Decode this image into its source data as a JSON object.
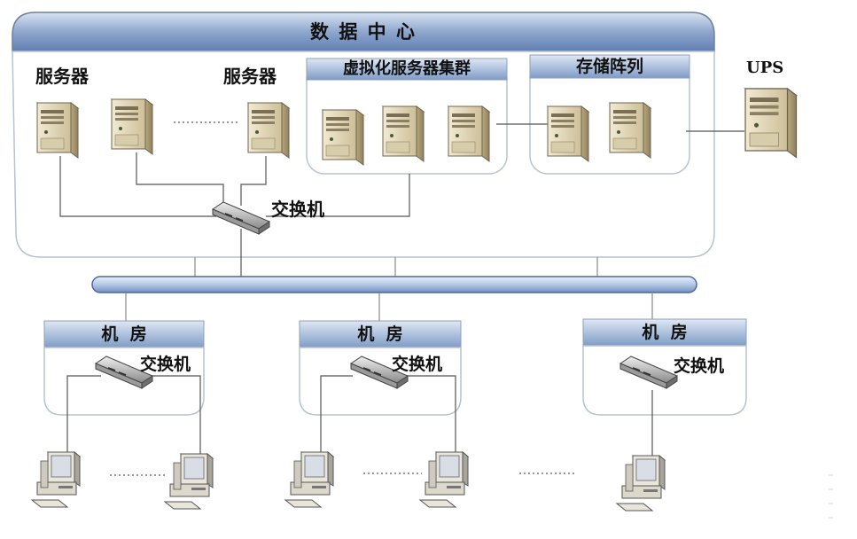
{
  "diagram": {
    "title": "数 据 中 心",
    "servers_label_left": "服务器",
    "servers_label_right": "服务器",
    "cluster_label": "虚拟化服务器集群",
    "storage_label": "存储阵列",
    "ups_label": "UPS",
    "core_switch_label": "交换机",
    "rooms": [
      {
        "title": "机  房",
        "switch_label": "交换机"
      },
      {
        "title": "机  房",
        "switch_label": "交换机"
      },
      {
        "title": "机  房",
        "switch_label": "交换机"
      }
    ],
    "colors": {
      "header_blue": "#5f7fb3",
      "header_light": "#c9d6ea",
      "bus": "#b9cbe6",
      "server_body": "#e6dcc0",
      "line": "#555555"
    }
  }
}
